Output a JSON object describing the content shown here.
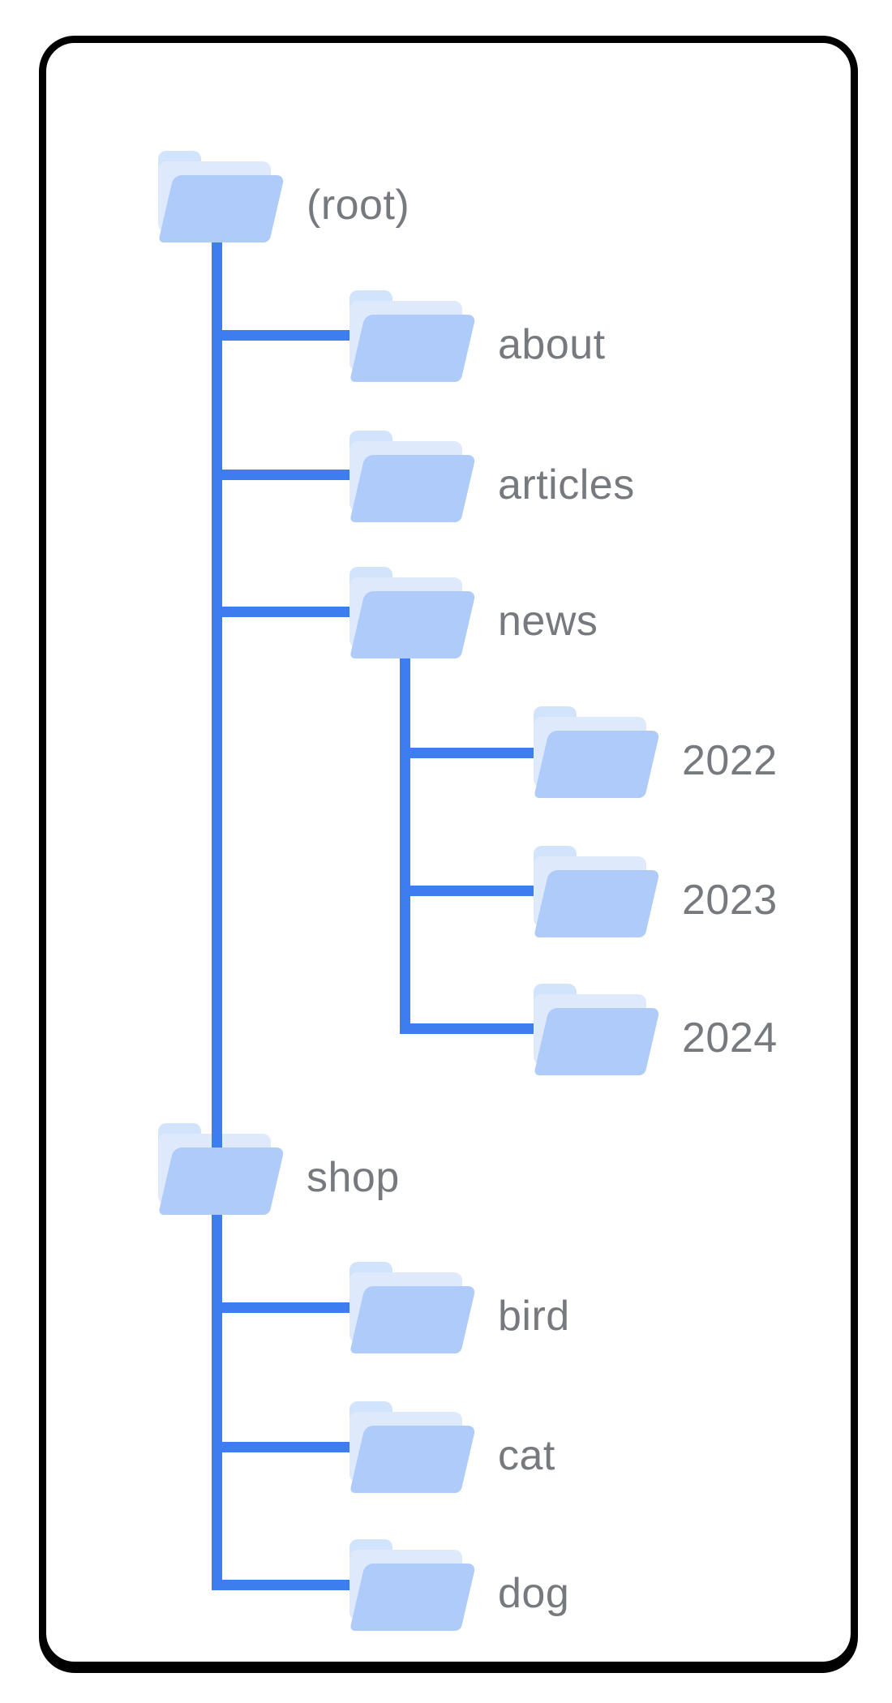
{
  "colors": {
    "line": "#3D7DF0",
    "folder_front": "#AECBFA",
    "folder_back": "#DFE9FC",
    "folder_tab": "#D2E3FC",
    "label": "#76797E",
    "card_border": "#000000",
    "background": "#FFFFFF"
  },
  "tree": {
    "type": "site-folder-structure",
    "nodes": [
      {
        "id": "root",
        "label": "(root)",
        "parent": null,
        "depth": 0
      },
      {
        "id": "about",
        "label": "about",
        "parent": "root",
        "depth": 1
      },
      {
        "id": "articles",
        "label": "articles",
        "parent": "root",
        "depth": 1
      },
      {
        "id": "news",
        "label": "news",
        "parent": "root",
        "depth": 1
      },
      {
        "id": "y2022",
        "label": "2022",
        "parent": "news",
        "depth": 2
      },
      {
        "id": "y2023",
        "label": "2023",
        "parent": "news",
        "depth": 2
      },
      {
        "id": "y2024",
        "label": "2024",
        "parent": "news",
        "depth": 2
      },
      {
        "id": "shop",
        "label": "shop",
        "parent": "root",
        "depth": 1
      },
      {
        "id": "bird",
        "label": "bird",
        "parent": "shop",
        "depth": 2
      },
      {
        "id": "cat",
        "label": "cat",
        "parent": "shop",
        "depth": 2
      },
      {
        "id": "dog",
        "label": "dog",
        "parent": "shop",
        "depth": 2
      }
    ]
  }
}
